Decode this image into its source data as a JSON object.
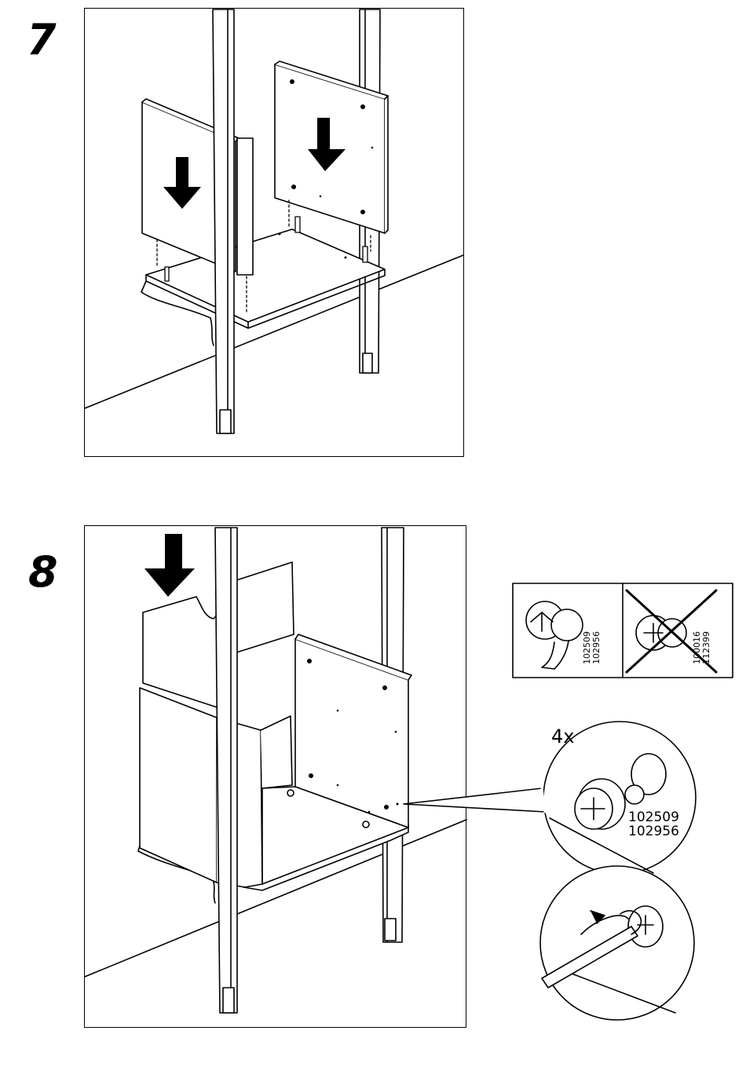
{
  "steps": [
    {
      "number": "7"
    },
    {
      "number": "8"
    }
  ],
  "detail": {
    "quantity": "4x",
    "correct_part_codes": [
      "102509",
      "102956"
    ],
    "wrong_part_codes": [
      "100016",
      "112399"
    ],
    "callout_part_codes": [
      "102509",
      "102956"
    ]
  },
  "icons": [
    "arrow-down-icon",
    "cross-icon",
    "screwdriver-icon",
    "cam-lock-icon"
  ]
}
